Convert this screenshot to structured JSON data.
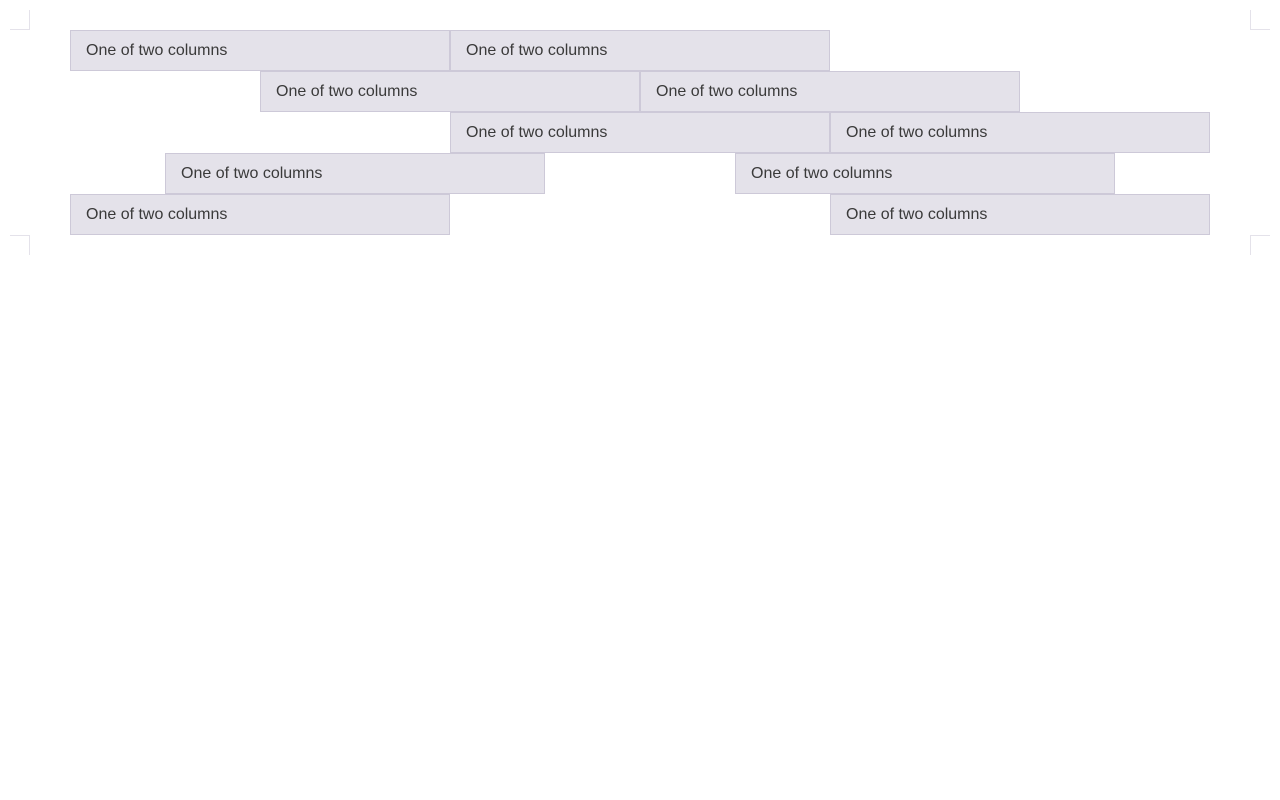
{
  "rows": [
    {
      "columns": [
        {
          "label": "One of two columns"
        },
        {
          "label": "One of two columns"
        }
      ]
    },
    {
      "columns": [
        {
          "label": "One of two columns"
        },
        {
          "label": "One of two columns"
        }
      ]
    },
    {
      "columns": [
        {
          "label": "One of two columns"
        },
        {
          "label": "One of two columns"
        }
      ]
    },
    {
      "columns": [
        {
          "label": "One of two columns"
        },
        {
          "label": "One of two columns"
        }
      ]
    },
    {
      "columns": [
        {
          "label": "One of two columns"
        },
        {
          "label": "One of two columns"
        }
      ]
    }
  ]
}
